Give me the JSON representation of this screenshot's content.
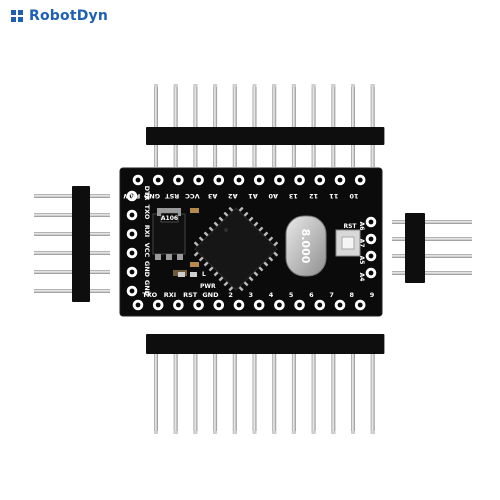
{
  "brand": {
    "name": "RobotDyn",
    "color": "#1f5fb4"
  },
  "board": {
    "color": "#0b0b0b",
    "silkscreen_color": "#ffffff",
    "top_row_labels": [
      "10",
      "11",
      "12",
      "13",
      "A0",
      "A1",
      "A2",
      "A3",
      "VCC",
      "RST",
      "GND",
      "RAW"
    ],
    "bottom_row_labels": [
      "9",
      "8",
      "7",
      "6",
      "5",
      "4",
      "3",
      "2",
      "GND",
      "RST",
      "RXI",
      "TXO"
    ],
    "left_edge_labels": [
      "DTR",
      "TXO",
      "RXI",
      "VCC",
      "GND",
      "GND"
    ],
    "right_edge_labels": [
      "A6",
      "A7",
      "A5",
      "A4"
    ],
    "chip_label": "A106",
    "crystal_label": "8.000",
    "reset_label": "RST",
    "power_label": "PWR",
    "led_label": "L"
  },
  "headers": {
    "top_pins": 12,
    "bottom_pins": 12,
    "left_pins": 6,
    "right_pins": 4
  }
}
